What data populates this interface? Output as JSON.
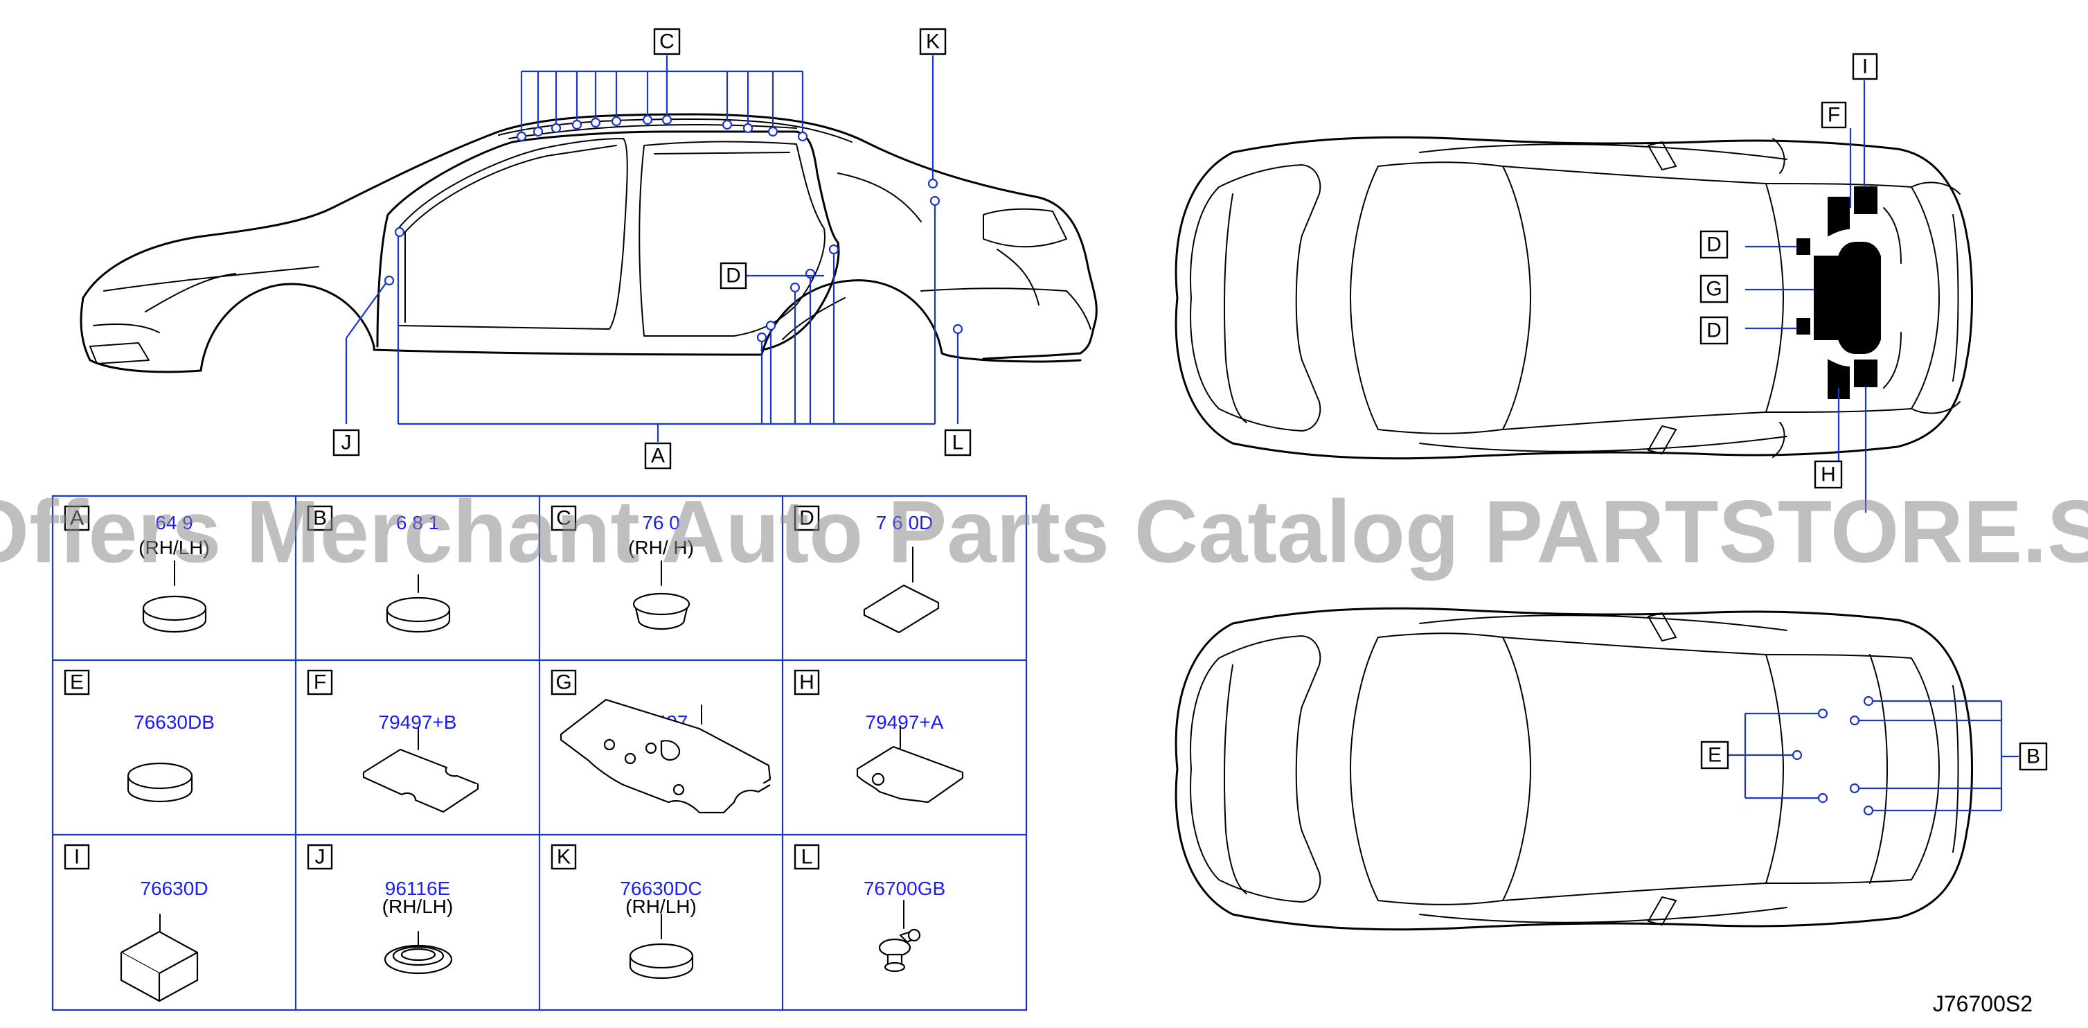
{
  "diagram": {
    "code": "J76700S2",
    "watermark": "Offers Merchant Auto Parts Catalog PARTSTORE.SA",
    "callouts_side": [
      "A",
      "C",
      "D",
      "J",
      "K",
      "L"
    ],
    "callouts_top": [
      "D",
      "F",
      "G",
      "D",
      "H",
      "I"
    ],
    "callouts_bottom": [
      "E",
      "B"
    ]
  },
  "legend": [
    {
      "letter": "A",
      "number": "64 9",
      "qty": "(RH/LH)"
    },
    {
      "letter": "B",
      "number": "6 8 1",
      "qty": ""
    },
    {
      "letter": "C",
      "number": "76 0",
      "qty": "(RH/ H)"
    },
    {
      "letter": "D",
      "number": "7 6 0D",
      "qty": ""
    },
    {
      "letter": "E",
      "number": "76630DB",
      "qty": ""
    },
    {
      "letter": "F",
      "number": "79497+B",
      "qty": ""
    },
    {
      "letter": "G",
      "number": "79497",
      "qty": ""
    },
    {
      "letter": "H",
      "number": "79497+A",
      "qty": ""
    },
    {
      "letter": "I",
      "number": "76630D",
      "qty": ""
    },
    {
      "letter": "J",
      "number": "96116E",
      "qty": "(RH/LH)"
    },
    {
      "letter": "K",
      "number": "76630DC",
      "qty": "(RH/LH)"
    },
    {
      "letter": "L",
      "number": "76700GB",
      "qty": ""
    }
  ]
}
